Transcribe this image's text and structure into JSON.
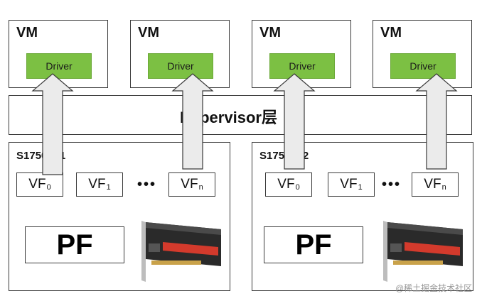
{
  "vms": [
    {
      "label": "VM",
      "driver": "Driver"
    },
    {
      "label": "VM",
      "driver": "Driver"
    },
    {
      "label": "VM",
      "driver": "Driver"
    },
    {
      "label": "VM",
      "driver": "Driver"
    }
  ],
  "hypervisor": {
    "label": "Hypervisor层"
  },
  "gpus": [
    {
      "label": "S17502 -1",
      "vfs": [
        "VF",
        "VF",
        "VF"
      ],
      "vf_subs": [
        "0",
        "1",
        "n"
      ],
      "dots": "•••",
      "pf": "PF"
    },
    {
      "label": "S17502 -2",
      "vfs": [
        "VF",
        "VF",
        "VF"
      ],
      "vf_subs": [
        "0",
        "1",
        "n"
      ],
      "dots": "•••",
      "pf": "PF"
    }
  ],
  "watermark": "@稀土掘金技术社区",
  "colors": {
    "driver_green": "#7cc043",
    "border": "#3a3a3a",
    "arrow_fill": "#ebebeb"
  }
}
